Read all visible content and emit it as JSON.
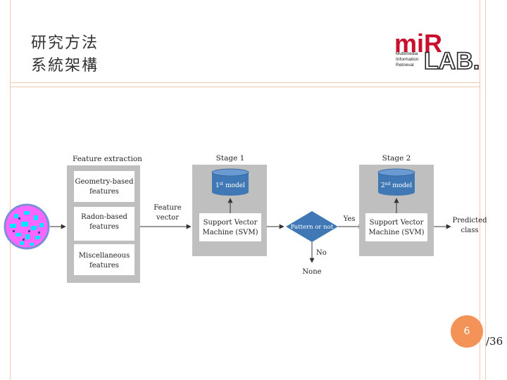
{
  "title": {
    "line1": "研究方法",
    "line2": "系統架構"
  },
  "logo": {
    "brand_left": "miR",
    "brand_right": "LAB.",
    "line1": "Multimedia",
    "line2": "Information",
    "line3": "Retrieval",
    "colors": {
      "brand": "#c8102e",
      "dark": "#222222"
    }
  },
  "diagram": {
    "feature_extraction": {
      "title": "Feature extraction",
      "items": [
        {
          "line1": "Geometry-based",
          "line2": "features"
        },
        {
          "line1": "Radon-based",
          "line2": "features"
        },
        {
          "line1": "Miscellaneous",
          "line2": "features"
        }
      ]
    },
    "feature_vector": {
      "line1": "Feature",
      "line2": "vector"
    },
    "stage1": {
      "title": "Stage 1",
      "model_num": "1",
      "model_sup": "st",
      "model_word": " model",
      "svm_line1": "Support Vector",
      "svm_line2": "Machine (SVM)"
    },
    "decision": {
      "label": "Pattern or not",
      "yes": "Yes",
      "no": "No",
      "none": "None"
    },
    "stage2": {
      "title": "Stage 2",
      "model_num": "2",
      "model_sup": "nd",
      "model_word": " model",
      "svm_line1": "Support Vector",
      "svm_line2": "Machine (SVM)"
    },
    "output": {
      "line1": "Predicted",
      "line2": "class"
    },
    "colors": {
      "panel": "#bfbfbf",
      "box": "#ffffff",
      "diamond": "#3f78b5",
      "cylinder": "#3f78b5",
      "wafer_body": "#ff66ff",
      "wafer_pattern": "#00e5ff",
      "wafer_rim": "#7b8fd9"
    }
  },
  "page": {
    "current": "6",
    "total": "/36",
    "badge_color": "#f49358",
    "frame_color": "#f2c7b6"
  }
}
